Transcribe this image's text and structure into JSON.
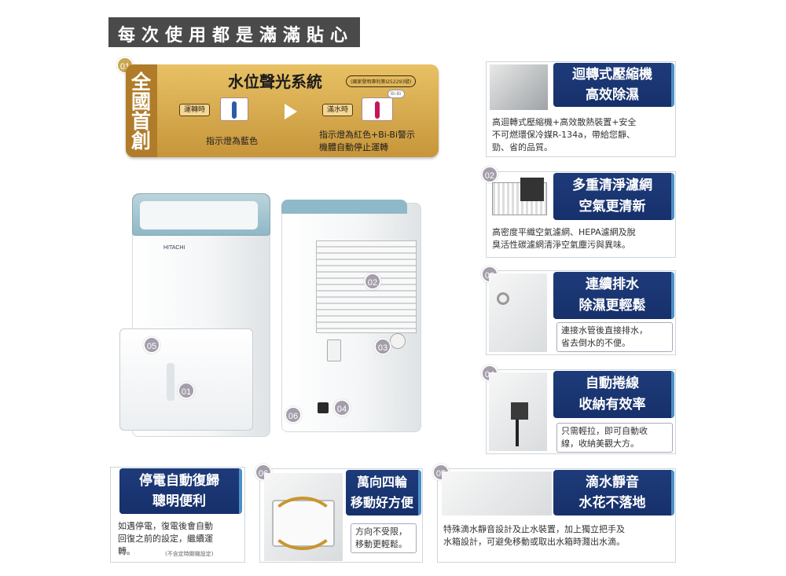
{
  "header": {
    "title": "每次使用都是滿滿貼心"
  },
  "water_level": {
    "badge": "01",
    "side_label": "全國首創",
    "title": "水位聲光系統",
    "patent": "(國家發明專利第I252293號)",
    "state_running": "運轉時",
    "state_full": "滿水時",
    "bibi_label": "Bi-Bi",
    "caption_running": "指示燈為藍色",
    "caption_full_line1": "指示燈為紅色+Bi-Bi警示",
    "caption_full_line2": "機體自動停止運轉"
  },
  "product_markers": {
    "front_05": "05",
    "front_01": "01",
    "back_02": "02",
    "back_03": "03",
    "back_06": "06",
    "back_04": "04",
    "brand": "HITACHI"
  },
  "features": {
    "compressor": {
      "title_line1": "迴轉式壓縮機",
      "title_line2": "高效除濕",
      "desc_line1": "高迴轉式壓縮機+高效散熱裝置+安全",
      "desc_line2": "不可燃環保冷媒R-134a，帶給您靜、",
      "desc_line3": "勁、省的品質。"
    },
    "filter": {
      "badge": "02",
      "title_line1": "多重清淨濾網",
      "title_line2": "空氣更清新",
      "desc_line1": "高密度平織空氣濾網、HEPA濾網及脫",
      "desc_line2": "臭活性碳濾網清淨空氣塵污與異味。"
    },
    "drain": {
      "badge": "03",
      "title_line1": "連續排水",
      "title_line2": "除濕更輕鬆",
      "desc_line1": "連接水管後直接排水，",
      "desc_line2": "省去倒水的不便。"
    },
    "cord": {
      "badge": "04",
      "title_line1": "自動捲線",
      "title_line2": "收納有效率",
      "desc_line1": "只需輕拉，即可自動收",
      "desc_line2": "線，收納美觀大方。"
    },
    "power": {
      "title_line1": "停電自動復歸",
      "title_line2": "聰明便利",
      "desc_line1": "如遇停電，復電後會自動",
      "desc_line2": "回復之前的設定，繼續運",
      "desc_line3": "轉。",
      "note": "(不含定時關機設定)"
    },
    "wheels": {
      "badge": "06",
      "title_line1": "萬向四輪",
      "title_line2": "移動好方便",
      "desc_line1": "方向不受限，",
      "desc_line2": "移動更輕鬆。"
    },
    "quiet": {
      "badge": "05",
      "title_line1": "滴水靜音",
      "title_line2": "水花不落地",
      "desc_line1": "特殊滴水靜音設計及止水裝置，加上獨立把手及",
      "desc_line2": "水箱設計，可避免移動或取出水箱時濺出水滴。"
    }
  },
  "colors": {
    "header_bg": "#4a4a4a",
    "gold": "#d9ae55",
    "navy": "#1e3b7a",
    "running_indicator": "#2f5aa8",
    "full_indicator": "#c2185b",
    "unit_accent": "#8fb8c8"
  }
}
